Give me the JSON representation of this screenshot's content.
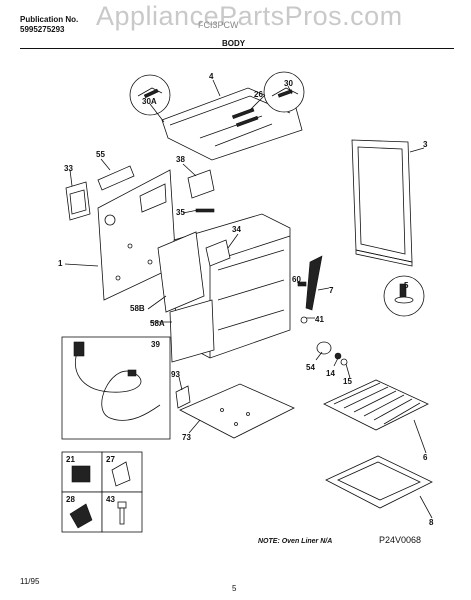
{
  "header": {
    "publication_label": "Publication No.",
    "publication_number": "5995275293",
    "watermark": "AppliancePartsPros.com",
    "model": "FCI3PCW",
    "section_title": "BODY"
  },
  "callouts": {
    "c4": "4",
    "c30": "30",
    "c30A": "30A",
    "c26": "26",
    "c3": "3",
    "c55": "55",
    "c38": "38",
    "c33": "33",
    "c35": "35",
    "c34": "34",
    "c1": "1",
    "c60": "60",
    "c7": "7",
    "c5": "5",
    "c41": "41",
    "c58B": "58B",
    "c58A": "58A",
    "c39": "39",
    "c54": "54",
    "c14": "14",
    "c15": "15",
    "c93": "93",
    "c73": "73",
    "c6": "6",
    "c8": "8",
    "c21": "21",
    "c27": "27",
    "c28": "28",
    "c43": "43"
  },
  "footer": {
    "note": "NOTE: Oven Liner N/A",
    "figure_code": "P24V0068",
    "date": "11/95",
    "page_number": "5"
  }
}
